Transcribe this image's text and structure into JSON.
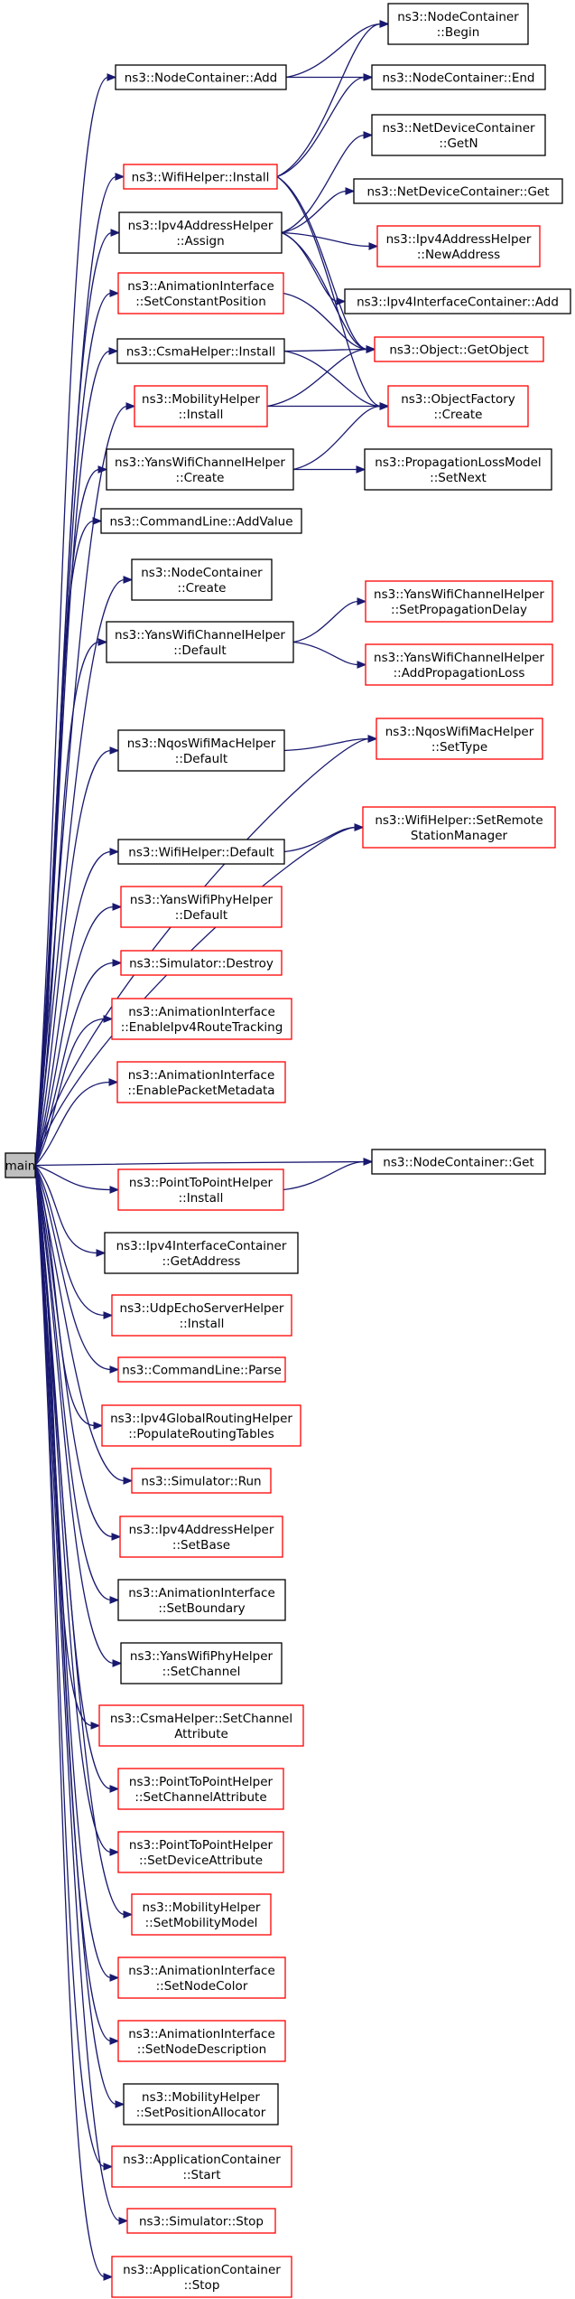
{
  "colors": {
    "edge": "#191970",
    "node_border_documented": "#000000",
    "node_border_undocumented": "#ff0000",
    "root_fill": "#bfbfbf"
  },
  "nodes": {
    "main": {
      "lines": [
        "main"
      ],
      "border": "black",
      "root": true
    },
    "nc_add": {
      "lines": [
        "ns3::NodeContainer::Add"
      ],
      "border": "black"
    },
    "nc_begin": {
      "lines": [
        "ns3::NodeContainer",
        "::Begin"
      ],
      "border": "black"
    },
    "nc_end": {
      "lines": [
        "ns3::NodeContainer::End"
      ],
      "border": "black"
    },
    "wifi_install": {
      "lines": [
        "ns3::WifiHelper::Install"
      ],
      "border": "red"
    },
    "ndc_getn": {
      "lines": [
        "ns3::NetDeviceContainer",
        "::GetN"
      ],
      "border": "black"
    },
    "ndc_get": {
      "lines": [
        "ns3::NetDeviceContainer::Get"
      ],
      "border": "black"
    },
    "ipv4addr_assign": {
      "lines": [
        "ns3::Ipv4AddressHelper",
        "::Assign"
      ],
      "border": "black"
    },
    "ipv4addr_newaddr": {
      "lines": [
        "ns3::Ipv4AddressHelper",
        "::NewAddress"
      ],
      "border": "red"
    },
    "ipv4ic_add": {
      "lines": [
        "ns3::Ipv4InterfaceContainer::Add"
      ],
      "border": "black"
    },
    "anim_setconstpos": {
      "lines": [
        "ns3::AnimationInterface",
        "::SetConstantPosition"
      ],
      "border": "red"
    },
    "obj_getobject": {
      "lines": [
        "ns3::Object::GetObject"
      ],
      "border": "red"
    },
    "csma_install": {
      "lines": [
        "ns3::CsmaHelper::Install"
      ],
      "border": "black"
    },
    "mob_install": {
      "lines": [
        "ns3::MobilityHelper",
        "::Install"
      ],
      "border": "red"
    },
    "objfac_create": {
      "lines": [
        "ns3::ObjectFactory",
        "::Create"
      ],
      "border": "red"
    },
    "yans_ch_create": {
      "lines": [
        "ns3::YansWifiChannelHelper",
        "::Create"
      ],
      "border": "black"
    },
    "proploss_setnext": {
      "lines": [
        "ns3::PropagationLossModel",
        "::SetNext"
      ],
      "border": "black"
    },
    "cmd_addvalue": {
      "lines": [
        "ns3::CommandLine::AddValue"
      ],
      "border": "black"
    },
    "nc_create": {
      "lines": [
        "ns3::NodeContainer",
        "::Create"
      ],
      "border": "black"
    },
    "yans_ch_default": {
      "lines": [
        "ns3::YansWifiChannelHelper",
        "::Default"
      ],
      "border": "black"
    },
    "yans_ch_setpropdelay": {
      "lines": [
        "ns3::YansWifiChannelHelper",
        "::SetPropagationDelay"
      ],
      "border": "red"
    },
    "yans_ch_addproploss": {
      "lines": [
        "ns3::YansWifiChannelHelper",
        "::AddPropagationLoss"
      ],
      "border": "red"
    },
    "nqos_default": {
      "lines": [
        "ns3::NqosWifiMacHelper",
        "::Default"
      ],
      "border": "black"
    },
    "nqos_settype": {
      "lines": [
        "ns3::NqosWifiMacHelper",
        "::SetType"
      ],
      "border": "red"
    },
    "wifi_setremote": {
      "lines": [
        "ns3::WifiHelper::SetRemote",
        "StationManager"
      ],
      "border": "red"
    },
    "wifi_default": {
      "lines": [
        "ns3::WifiHelper::Default"
      ],
      "border": "black"
    },
    "yans_phy_default": {
      "lines": [
        "ns3::YansWifiPhyHelper",
        "::Default"
      ],
      "border": "red"
    },
    "sim_destroy": {
      "lines": [
        "ns3::Simulator::Destroy"
      ],
      "border": "red"
    },
    "anim_enableipv4": {
      "lines": [
        "ns3::AnimationInterface",
        "::EnableIpv4RouteTracking"
      ],
      "border": "red"
    },
    "anim_enablepkt": {
      "lines": [
        "ns3::AnimationInterface",
        "::EnablePacketMetadata"
      ],
      "border": "red"
    },
    "nc_get": {
      "lines": [
        "ns3::NodeContainer::Get"
      ],
      "border": "black"
    },
    "p2p_install": {
      "lines": [
        "ns3::PointToPointHelper",
        "::Install"
      ],
      "border": "red"
    },
    "ipv4ic_getaddress": {
      "lines": [
        "ns3::Ipv4InterfaceContainer",
        "::GetAddress"
      ],
      "border": "black"
    },
    "udp_install": {
      "lines": [
        "ns3::UdpEchoServerHelper",
        "::Install"
      ],
      "border": "red"
    },
    "cmd_parse": {
      "lines": [
        "ns3::CommandLine::Parse"
      ],
      "border": "red"
    },
    "ipv4global_populate": {
      "lines": [
        "ns3::Ipv4GlobalRoutingHelper",
        "::PopulateRoutingTables"
      ],
      "border": "red"
    },
    "sim_run": {
      "lines": [
        "ns3::Simulator::Run"
      ],
      "border": "red"
    },
    "ipv4addr_setbase": {
      "lines": [
        "ns3::Ipv4AddressHelper",
        "::SetBase"
      ],
      "border": "red"
    },
    "anim_setboundary": {
      "lines": [
        "ns3::AnimationInterface",
        "::SetBoundary"
      ],
      "border": "black"
    },
    "yans_phy_setchannel": {
      "lines": [
        "ns3::YansWifiPhyHelper",
        "::SetChannel"
      ],
      "border": "black"
    },
    "csma_setchattr": {
      "lines": [
        "ns3::CsmaHelper::SetChannel",
        "Attribute"
      ],
      "border": "red"
    },
    "p2p_setchattr": {
      "lines": [
        "ns3::PointToPointHelper",
        "::SetChannelAttribute"
      ],
      "border": "red"
    },
    "p2p_setdevattr": {
      "lines": [
        "ns3::PointToPointHelper",
        "::SetDeviceAttribute"
      ],
      "border": "red"
    },
    "mob_setmodel": {
      "lines": [
        "ns3::MobilityHelper",
        "::SetMobilityModel"
      ],
      "border": "red"
    },
    "anim_setnodecolor": {
      "lines": [
        "ns3::AnimationInterface",
        "::SetNodeColor"
      ],
      "border": "red"
    },
    "anim_setnodedesc": {
      "lines": [
        "ns3::AnimationInterface",
        "::SetNodeDescription"
      ],
      "border": "red"
    },
    "mob_setposalloc": {
      "lines": [
        "ns3::MobilityHelper",
        "::SetPositionAllocator"
      ],
      "border": "black"
    },
    "appc_start": {
      "lines": [
        "ns3::ApplicationContainer",
        "::Start"
      ],
      "border": "red"
    },
    "sim_stop": {
      "lines": [
        "ns3::Simulator::Stop"
      ],
      "border": "red"
    },
    "appc_stop": {
      "lines": [
        "ns3::ApplicationContainer",
        "::Stop"
      ],
      "border": "red"
    }
  },
  "edges": [
    [
      "main",
      "nc_add"
    ],
    [
      "main",
      "wifi_install"
    ],
    [
      "main",
      "ipv4addr_assign"
    ],
    [
      "main",
      "anim_setconstpos"
    ],
    [
      "main",
      "csma_install"
    ],
    [
      "main",
      "mob_install"
    ],
    [
      "main",
      "yans_ch_create"
    ],
    [
      "main",
      "cmd_addvalue"
    ],
    [
      "main",
      "nc_create"
    ],
    [
      "main",
      "yans_ch_default"
    ],
    [
      "main",
      "nqos_default"
    ],
    [
      "main",
      "nqos_settype"
    ],
    [
      "main",
      "wifi_default"
    ],
    [
      "main",
      "wifi_setremote"
    ],
    [
      "main",
      "yans_phy_default"
    ],
    [
      "main",
      "sim_destroy"
    ],
    [
      "main",
      "anim_enableipv4"
    ],
    [
      "main",
      "anim_enablepkt"
    ],
    [
      "main",
      "nc_get"
    ],
    [
      "main",
      "p2p_install"
    ],
    [
      "main",
      "ipv4ic_getaddress"
    ],
    [
      "main",
      "udp_install"
    ],
    [
      "main",
      "cmd_parse"
    ],
    [
      "main",
      "ipv4global_populate"
    ],
    [
      "main",
      "sim_run"
    ],
    [
      "main",
      "ipv4addr_setbase"
    ],
    [
      "main",
      "anim_setboundary"
    ],
    [
      "main",
      "yans_phy_setchannel"
    ],
    [
      "main",
      "csma_setchattr"
    ],
    [
      "main",
      "p2p_setchattr"
    ],
    [
      "main",
      "p2p_setdevattr"
    ],
    [
      "main",
      "mob_setmodel"
    ],
    [
      "main",
      "anim_setnodecolor"
    ],
    [
      "main",
      "anim_setnodedesc"
    ],
    [
      "main",
      "mob_setposalloc"
    ],
    [
      "main",
      "appc_start"
    ],
    [
      "main",
      "sim_stop"
    ],
    [
      "main",
      "appc_stop"
    ],
    [
      "nc_add",
      "nc_begin"
    ],
    [
      "nc_add",
      "nc_end"
    ],
    [
      "wifi_install",
      "nc_begin"
    ],
    [
      "wifi_install",
      "nc_end"
    ],
    [
      "wifi_install",
      "obj_getobject"
    ],
    [
      "wifi_install",
      "objfac_create"
    ],
    [
      "ipv4addr_assign",
      "ndc_getn"
    ],
    [
      "ipv4addr_assign",
      "ndc_get"
    ],
    [
      "ipv4addr_assign",
      "ipv4addr_newaddr"
    ],
    [
      "ipv4addr_assign",
      "ipv4ic_add"
    ],
    [
      "ipv4addr_assign",
      "obj_getobject"
    ],
    [
      "anim_setconstpos",
      "obj_getobject"
    ],
    [
      "csma_install",
      "obj_getobject"
    ],
    [
      "csma_install",
      "objfac_create"
    ],
    [
      "mob_install",
      "obj_getobject"
    ],
    [
      "mob_install",
      "objfac_create"
    ],
    [
      "yans_ch_create",
      "objfac_create"
    ],
    [
      "yans_ch_create",
      "proploss_setnext"
    ],
    [
      "yans_ch_default",
      "yans_ch_setpropdelay"
    ],
    [
      "yans_ch_default",
      "yans_ch_addproploss"
    ],
    [
      "nqos_default",
      "nqos_settype"
    ],
    [
      "wifi_default",
      "wifi_setremote"
    ],
    [
      "p2p_install",
      "nc_get"
    ]
  ]
}
